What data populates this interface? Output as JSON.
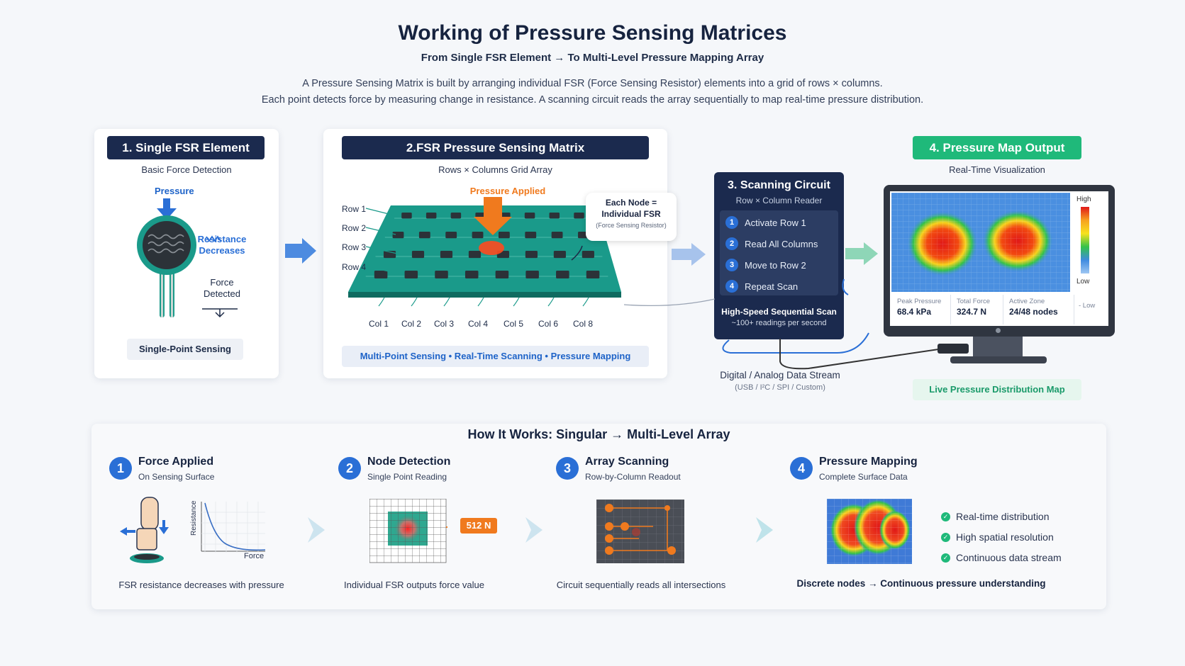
{
  "header": {
    "title": "Working of Pressure Sensing Matrices",
    "subtitle": "From Single FSR Element → To Multi-Level Pressure Mapping Array",
    "desc_line1": "A Pressure Sensing Matrix is built by arranging individual FSR (Force Sensing Resistor) elements into a grid of rows × columns.",
    "desc_line2": "Each point detects force by measuring change in resistance. A scanning circuit reads the array sequentially to map real-time pressure distribution."
  },
  "panel1": {
    "title": "1. Single FSR Element",
    "subtitle": "Basic Force Detection",
    "pressure_label": "Pressure",
    "resistance_line1": "Resistance",
    "resistance_line2": "Decreases",
    "force_line1": "Force",
    "force_line2": "Detected",
    "footer": "Single-Point Sensing"
  },
  "panel2": {
    "title": "2.FSR Pressure Sensing Matrix",
    "subtitle": "Rows × Columns Grid Array",
    "pressure_applied": "Pressure Applied",
    "callout_line1": "Each Node =",
    "callout_line2": "Individual FSR",
    "callout_line3": "(Force Sensing Resistor)",
    "rows": [
      "Row 1",
      "Row 2",
      "Row 3",
      "Row 4"
    ],
    "cols": [
      "Col 1",
      "Col 2",
      "Col 3",
      "Col 4",
      "Col 5",
      "Col 6",
      "Col 8"
    ],
    "footer": "Multi-Point Sensing • Real-Time Scanning • Pressure Mapping"
  },
  "panel3": {
    "title": "3. Scanning Circuit",
    "subtitle": "Row × Column Reader",
    "steps": [
      {
        "n": "1",
        "label": "Activate Row 1"
      },
      {
        "n": "2",
        "label": "Read All Columns"
      },
      {
        "n": "3",
        "label": "Move to Row 2"
      },
      {
        "n": "4",
        "label": "Repeat Scan"
      }
    ],
    "footer_line1": "High-Speed Sequential Scan",
    "footer_line2": "~100+ readings per second",
    "stream_label": "Digital / Analog Data Stream",
    "stream_sub": "(USB / I²C / SPI / Custom)"
  },
  "panel4": {
    "title": "4. Pressure Map Output",
    "subtitle": "Real-Time Visualization",
    "legend_high": "High",
    "legend_low": "Low",
    "legend_low_mark": "- Low",
    "stats": [
      {
        "label": "Peak Pressure",
        "value": "68.4 kPa"
      },
      {
        "label": "Total Force",
        "value": "324.7 N"
      },
      {
        "label": "Active Zone",
        "value": "24/48 nodes"
      }
    ],
    "footer": "Live Pressure Distribution Map"
  },
  "how": {
    "title": "How It Works: Singular → Multi-Level Array",
    "steps": [
      {
        "n": "1",
        "title": "Force Applied",
        "sub": "On Sensing Surface",
        "caption": "FSR resistance decreases with pressure"
      },
      {
        "n": "2",
        "title": "Node Detection",
        "sub": "Single Point Reading",
        "caption": "Individual FSR outputs force value"
      },
      {
        "n": "3",
        "title": "Array Scanning",
        "sub": "Row-by-Column Readout",
        "caption": "Circuit sequentially reads all intersections"
      },
      {
        "n": "4",
        "title": "Pressure Mapping",
        "sub": "Complete Surface Data",
        "caption": "Discrete nodes → Continuous pressure understanding"
      }
    ],
    "graph_y": "Resistance",
    "graph_x": "Force",
    "node_value": "512 N",
    "checks": [
      "Real-time distribution",
      "High spatial resolution",
      "Continuous data stream"
    ]
  },
  "colors": {
    "navy": "#1b2a4e",
    "blue": "#2a6fd6",
    "green": "#1fb97a",
    "orange": "#f07a1e",
    "teal": "#1a9a8a"
  }
}
